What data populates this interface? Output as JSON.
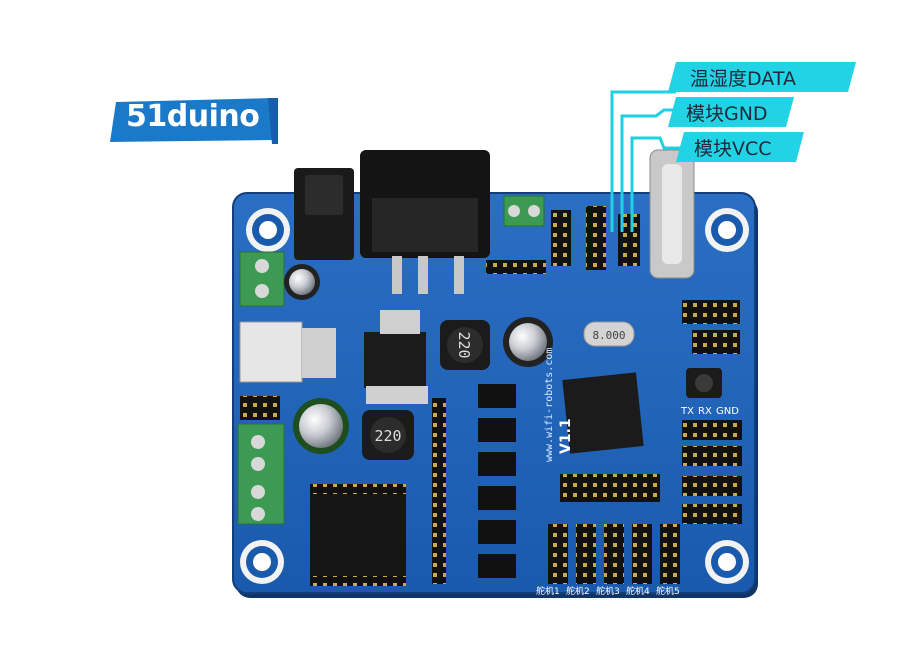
{
  "brand": {
    "name": "51duino"
  },
  "callouts": [
    {
      "label": "温湿度DATA"
    },
    {
      "label": "模块GND"
    },
    {
      "label": "模块VCC"
    }
  ],
  "board": {
    "version": "V1.1",
    "website": "www.wifi-robots.com",
    "crystal": "8.000",
    "inductor_a": "220",
    "inductor_b": "220",
    "uart_labels": {
      "tx": "TX",
      "rx": "RX",
      "gnd": "GND"
    },
    "servo_labels": [
      "舵机1",
      "舵机2",
      "舵机3",
      "舵机4",
      "舵机5"
    ],
    "colors": {
      "pcb": "#1f62b8",
      "pcb_edge": "#123e7c",
      "terminal": "#3c9a52",
      "accent": "#1ed2e4"
    }
  }
}
